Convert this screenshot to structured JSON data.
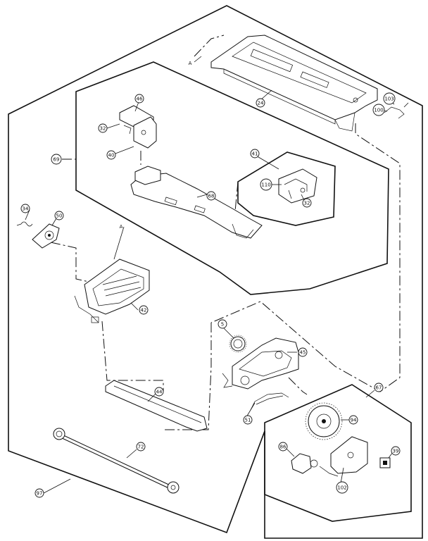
{
  "diagram": {
    "callouts": [
      {
        "id": "c24",
        "label": "24"
      },
      {
        "id": "c100",
        "label": "100"
      },
      {
        "id": "c103",
        "label": "103"
      },
      {
        "id": "c46",
        "label": "46"
      },
      {
        "id": "c32a",
        "label": "32"
      },
      {
        "id": "c40",
        "label": "40"
      },
      {
        "id": "c69",
        "label": "69"
      },
      {
        "id": "c41",
        "label": "41"
      },
      {
        "id": "c110",
        "label": "110"
      },
      {
        "id": "c32b",
        "label": "32"
      },
      {
        "id": "c68",
        "label": "68"
      },
      {
        "id": "c34",
        "label": "34"
      },
      {
        "id": "c50",
        "label": "50"
      },
      {
        "id": "c42",
        "label": "42"
      },
      {
        "id": "c5",
        "label": "5"
      },
      {
        "id": "c45",
        "label": "45"
      },
      {
        "id": "c44",
        "label": "44"
      },
      {
        "id": "c51",
        "label": "51"
      },
      {
        "id": "c67",
        "label": "67"
      },
      {
        "id": "c94",
        "label": "94"
      },
      {
        "id": "c86",
        "label": "86"
      },
      {
        "id": "c39",
        "label": "39"
      },
      {
        "id": "c102",
        "label": "102"
      },
      {
        "id": "c72",
        "label": "72"
      },
      {
        "id": "c97",
        "label": "97"
      }
    ],
    "reference_marks": [
      {
        "id": "refA1",
        "label": "A"
      },
      {
        "id": "refA2",
        "label": "A"
      }
    ]
  }
}
